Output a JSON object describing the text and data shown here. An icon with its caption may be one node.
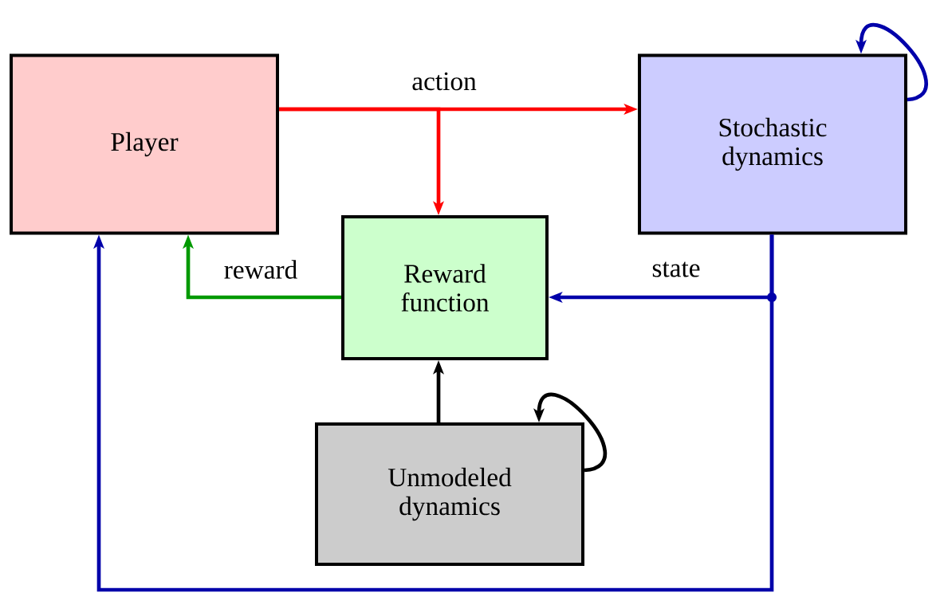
{
  "diagram": {
    "nodes": [
      {
        "text": [
          "Player"
        ]
      },
      {
        "text": [
          "Stochastic dynamics"
        ]
      },
      {
        "text": [
          "Reward function"
        ]
      },
      {
        "text": [
          "Unmodeled dynamics"
        ]
      }
    ],
    "edges": [
      {
        "from": 0,
        "to": 1,
        "arrow": "to",
        "label": "action",
        "color": "#ff0000"
      },
      {
        "from": 0,
        "to": 2,
        "arrow": "to",
        "color": "#ff0000"
      },
      {
        "from": 2,
        "to": 0,
        "arrow": "to",
        "label": "reward",
        "color": "#009900"
      },
      {
        "from": 1,
        "to": 2,
        "arrow": "to",
        "label": "state",
        "color": "#0000aa"
      },
      {
        "from": 1,
        "to": 0,
        "arrow": "to",
        "color": "#0000aa"
      },
      {
        "from": 1,
        "to": 1,
        "arrow": "to",
        "color": "#0000aa"
      },
      {
        "from": 3,
        "to": 2,
        "arrow": "to",
        "color": "#000000"
      },
      {
        "from": 3,
        "to": 3,
        "arrow": "to",
        "color": "#000000"
      }
    ]
  }
}
